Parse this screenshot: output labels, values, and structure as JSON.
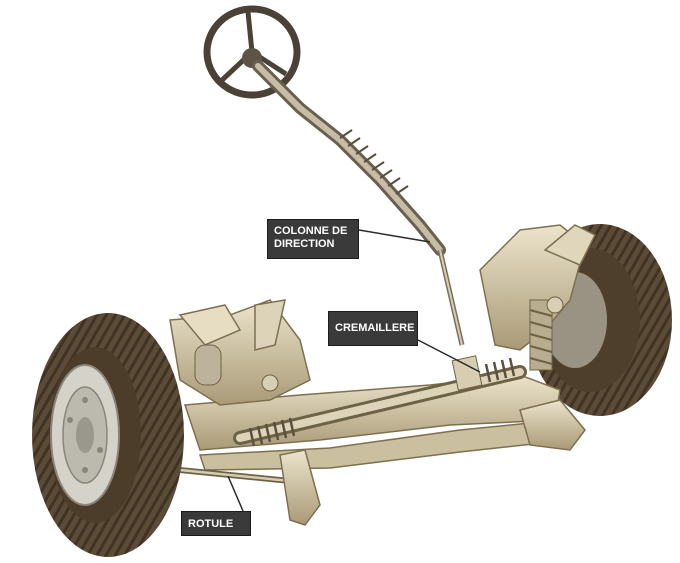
{
  "labels": {
    "colonne": "COLONNE DE\nDIRECTION",
    "cremaillere": "CREMAILLERE",
    "rotule": "ROTULE"
  },
  "colors": {
    "callout_bg": "#3a3a3a",
    "callout_text": "#ffffff",
    "tyre": "#5a4a35",
    "metal": "#d8cdb0",
    "metal_shadow": "#9a8c6c",
    "hub": "#cfcfc8"
  }
}
